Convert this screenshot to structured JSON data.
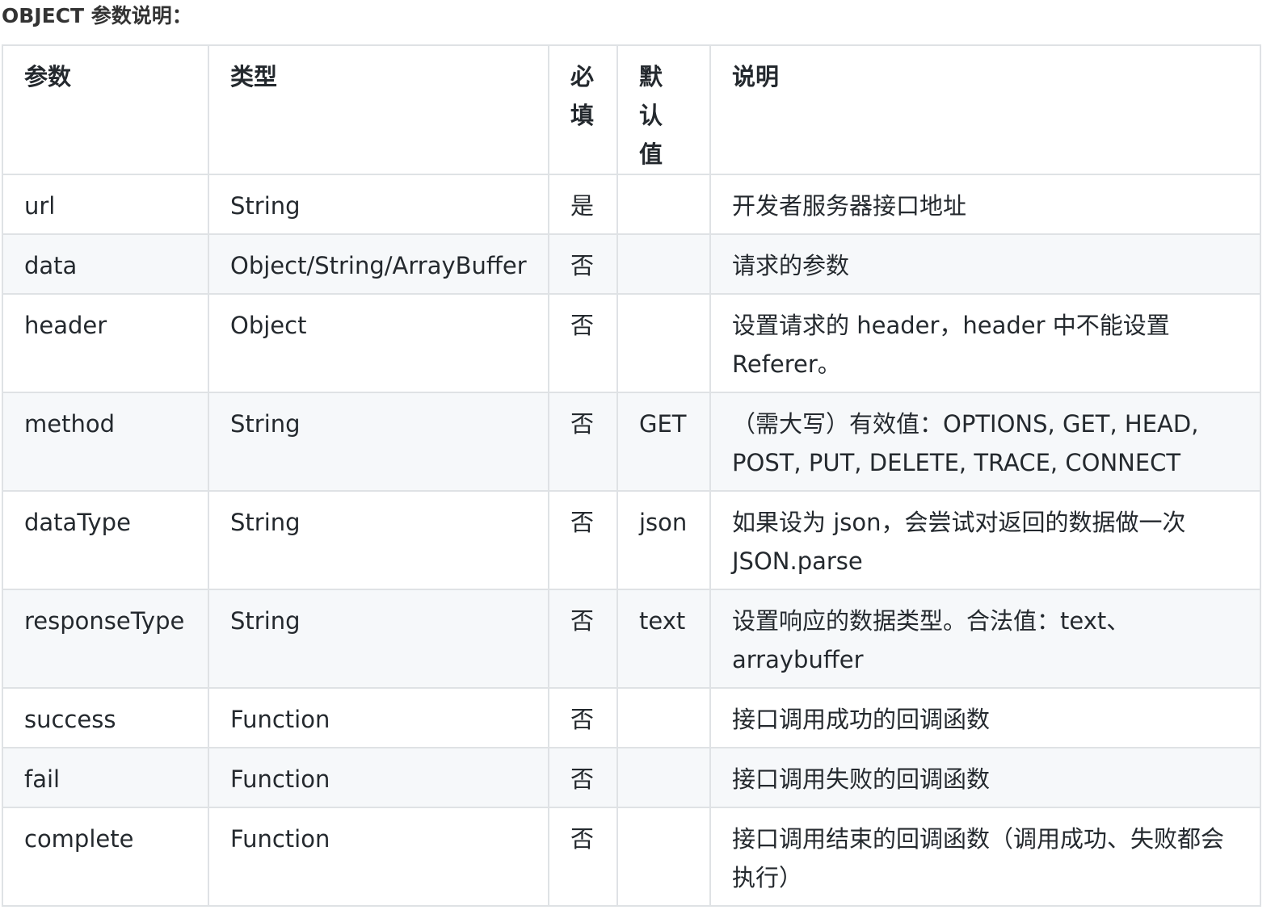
{
  "caption": "OBJECT 参数说明：",
  "table": {
    "headers": {
      "param": "参数",
      "type": "类型",
      "required": "必填",
      "default": "默认值",
      "desc": "说明"
    },
    "rows": [
      {
        "param": "url",
        "type": "String",
        "required": "是",
        "default": "",
        "desc": "开发者服务器接口地址"
      },
      {
        "param": "data",
        "type": "Object/String/ArrayBuffer",
        "required": "否",
        "default": "",
        "desc": "请求的参数"
      },
      {
        "param": "header",
        "type": "Object",
        "required": "否",
        "default": "",
        "desc": "设置请求的 header，header 中不能设置 Referer。"
      },
      {
        "param": "method",
        "type": "String",
        "required": "否",
        "default": "GET",
        "desc": "（需大写）有效值：OPTIONS, GET, HEAD, POST, PUT, DELETE, TRACE, CONNECT"
      },
      {
        "param": "dataType",
        "type": "String",
        "required": "否",
        "default": "json",
        "desc": "如果设为 json，会尝试对返回的数据做一次 JSON.parse"
      },
      {
        "param": "responseType",
        "type": "String",
        "required": "否",
        "default": "text",
        "desc": "设置响应的数据类型。合法值：text、arraybuffer"
      },
      {
        "param": "success",
        "type": "Function",
        "required": "否",
        "default": "",
        "desc": "接口调用成功的回调函数"
      },
      {
        "param": "fail",
        "type": "Function",
        "required": "否",
        "default": "",
        "desc": "接口调用失败的回调函数"
      },
      {
        "param": "complete",
        "type": "Function",
        "required": "否",
        "default": "",
        "desc": "接口调用结束的回调函数（调用成功、失败都会执行）"
      }
    ]
  }
}
